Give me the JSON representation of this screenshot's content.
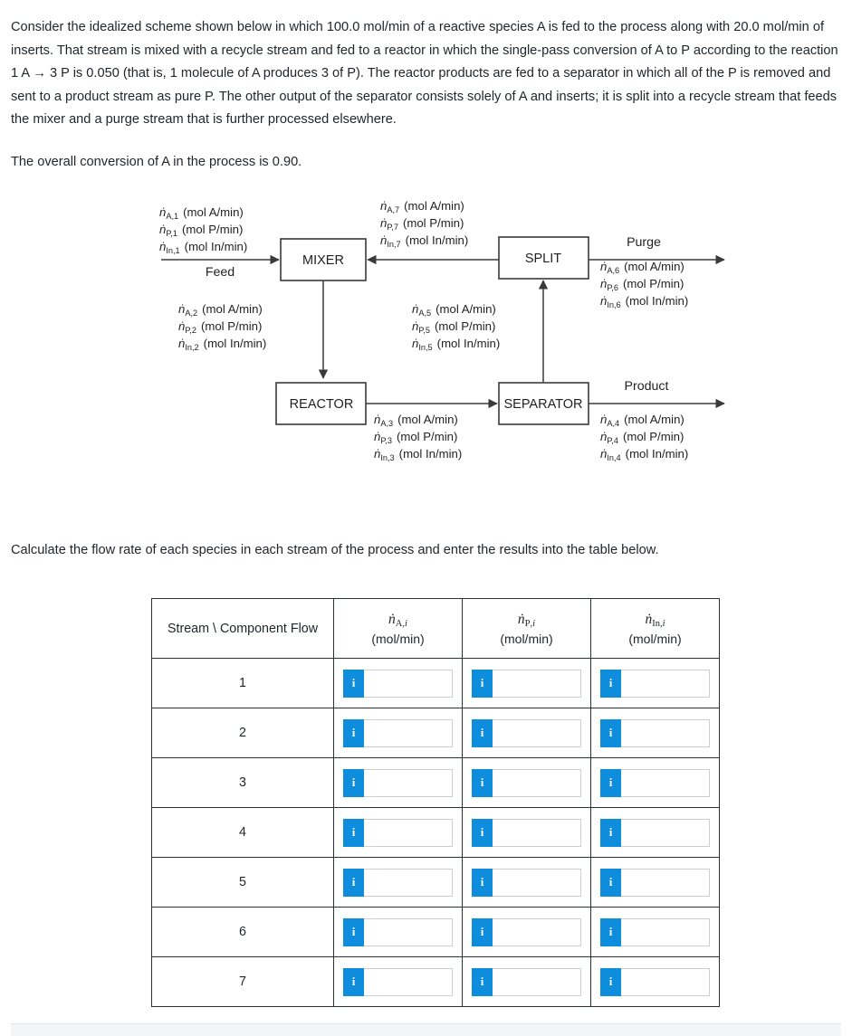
{
  "problem": {
    "paragraph_1": "Consider the idealized scheme shown below in which 100.0 mol/min of a reactive species A is fed to the process along with 20.0 mol/min of inserts. That stream is mixed with a recycle stream and fed to a reactor in which the single-pass conversion of A to P according to the reaction 1 A → 3 P is 0.050 (that is, 1 molecule of A produces 3 of P). The reactor products are fed to a separator in which all of the P is removed and sent to a product stream as pure P. The other output of the separator consists solely of A and inserts; it is split into a recycle stream that feeds the mixer and a purge stream that is further processed elsewhere.",
    "paragraph_2": "The overall conversion of A in the process is 0.90.",
    "instruction": "Calculate the flow rate of each species in each stream of the process and enter the results into the table below."
  },
  "diagram": {
    "units": {
      "mixer": "MIXER",
      "reactor": "REACTOR",
      "separator": "SEPARATOR",
      "split": "SPLIT"
    },
    "stream_titles": {
      "feed": "Feed",
      "purge": "Purge",
      "product": "Product"
    },
    "streams": [
      {
        "id": "stream-1",
        "lines": [
          {
            "sym": "n",
            "sub": "A,1",
            "unit": "(mol A/min)"
          },
          {
            "sym": "n",
            "sub": "P,1",
            "unit": "(mol P/min)"
          },
          {
            "sym": "n",
            "sub": "In,1",
            "unit": "(mol In/min)"
          }
        ]
      },
      {
        "id": "stream-2",
        "lines": [
          {
            "sym": "n",
            "sub": "A,2",
            "unit": "(mol A/min)"
          },
          {
            "sym": "n",
            "sub": "P,2",
            "unit": "(mol P/min)"
          },
          {
            "sym": "n",
            "sub": "In,2",
            "unit": "(mol In/min)"
          }
        ]
      },
      {
        "id": "stream-3",
        "lines": [
          {
            "sym": "n",
            "sub": "A,3",
            "unit": "(mol A/min)"
          },
          {
            "sym": "n",
            "sub": "P,3",
            "unit": "(mol P/min)"
          },
          {
            "sym": "n",
            "sub": "In,3",
            "unit": "(mol In/min)"
          }
        ]
      },
      {
        "id": "stream-4",
        "lines": [
          {
            "sym": "n",
            "sub": "A,4",
            "unit": "(mol A/min)"
          },
          {
            "sym": "n",
            "sub": "P,4",
            "unit": "(mol P/min)"
          },
          {
            "sym": "n",
            "sub": "In,4",
            "unit": "(mol In/min)"
          }
        ]
      },
      {
        "id": "stream-5",
        "lines": [
          {
            "sym": "n",
            "sub": "A,5",
            "unit": "(mol A/min)"
          },
          {
            "sym": "n",
            "sub": "P,5",
            "unit": "(mol P/min)"
          },
          {
            "sym": "n",
            "sub": "In,5",
            "unit": "(mol In/min)"
          }
        ]
      },
      {
        "id": "stream-6",
        "lines": [
          {
            "sym": "n",
            "sub": "A,6",
            "unit": "(mol A/min)"
          },
          {
            "sym": "n",
            "sub": "P,6",
            "unit": "(mol P/min)"
          },
          {
            "sym": "n",
            "sub": "In,6",
            "unit": "(mol In/min)"
          }
        ]
      },
      {
        "id": "stream-7",
        "lines": [
          {
            "sym": "n",
            "sub": "A,7",
            "unit": "(mol A/min)"
          },
          {
            "sym": "n",
            "sub": "P,7",
            "unit": "(mol P/min)"
          },
          {
            "sym": "n",
            "sub": "In,7",
            "unit": "(mol In/min)"
          }
        ]
      }
    ]
  },
  "table": {
    "header": {
      "stream_col": "Stream \\ Component Flow",
      "columns": [
        {
          "sym": "n",
          "sub_roman": "A",
          "sub_italic": ",i",
          "units": "(mol/min)"
        },
        {
          "sym": "n",
          "sub_roman": "P",
          "sub_italic": ",i",
          "units": "(mol/min)"
        },
        {
          "sym": "n",
          "sub_roman": "In",
          "sub_italic": ",i",
          "units": "(mol/min)"
        }
      ]
    },
    "rows": [
      {
        "stream": "1",
        "values": [
          "",
          "",
          ""
        ]
      },
      {
        "stream": "2",
        "values": [
          "",
          "",
          ""
        ]
      },
      {
        "stream": "3",
        "values": [
          "",
          "",
          ""
        ]
      },
      {
        "stream": "4",
        "values": [
          "",
          "",
          ""
        ]
      },
      {
        "stream": "5",
        "values": [
          "",
          "",
          ""
        ]
      },
      {
        "stream": "6",
        "values": [
          "",
          "",
          ""
        ]
      },
      {
        "stream": "7",
        "values": [
          "",
          "",
          ""
        ]
      }
    ],
    "info_badge_label": "i",
    "info_badge_color": "#0d8ddb",
    "input_placeholder": ""
  }
}
